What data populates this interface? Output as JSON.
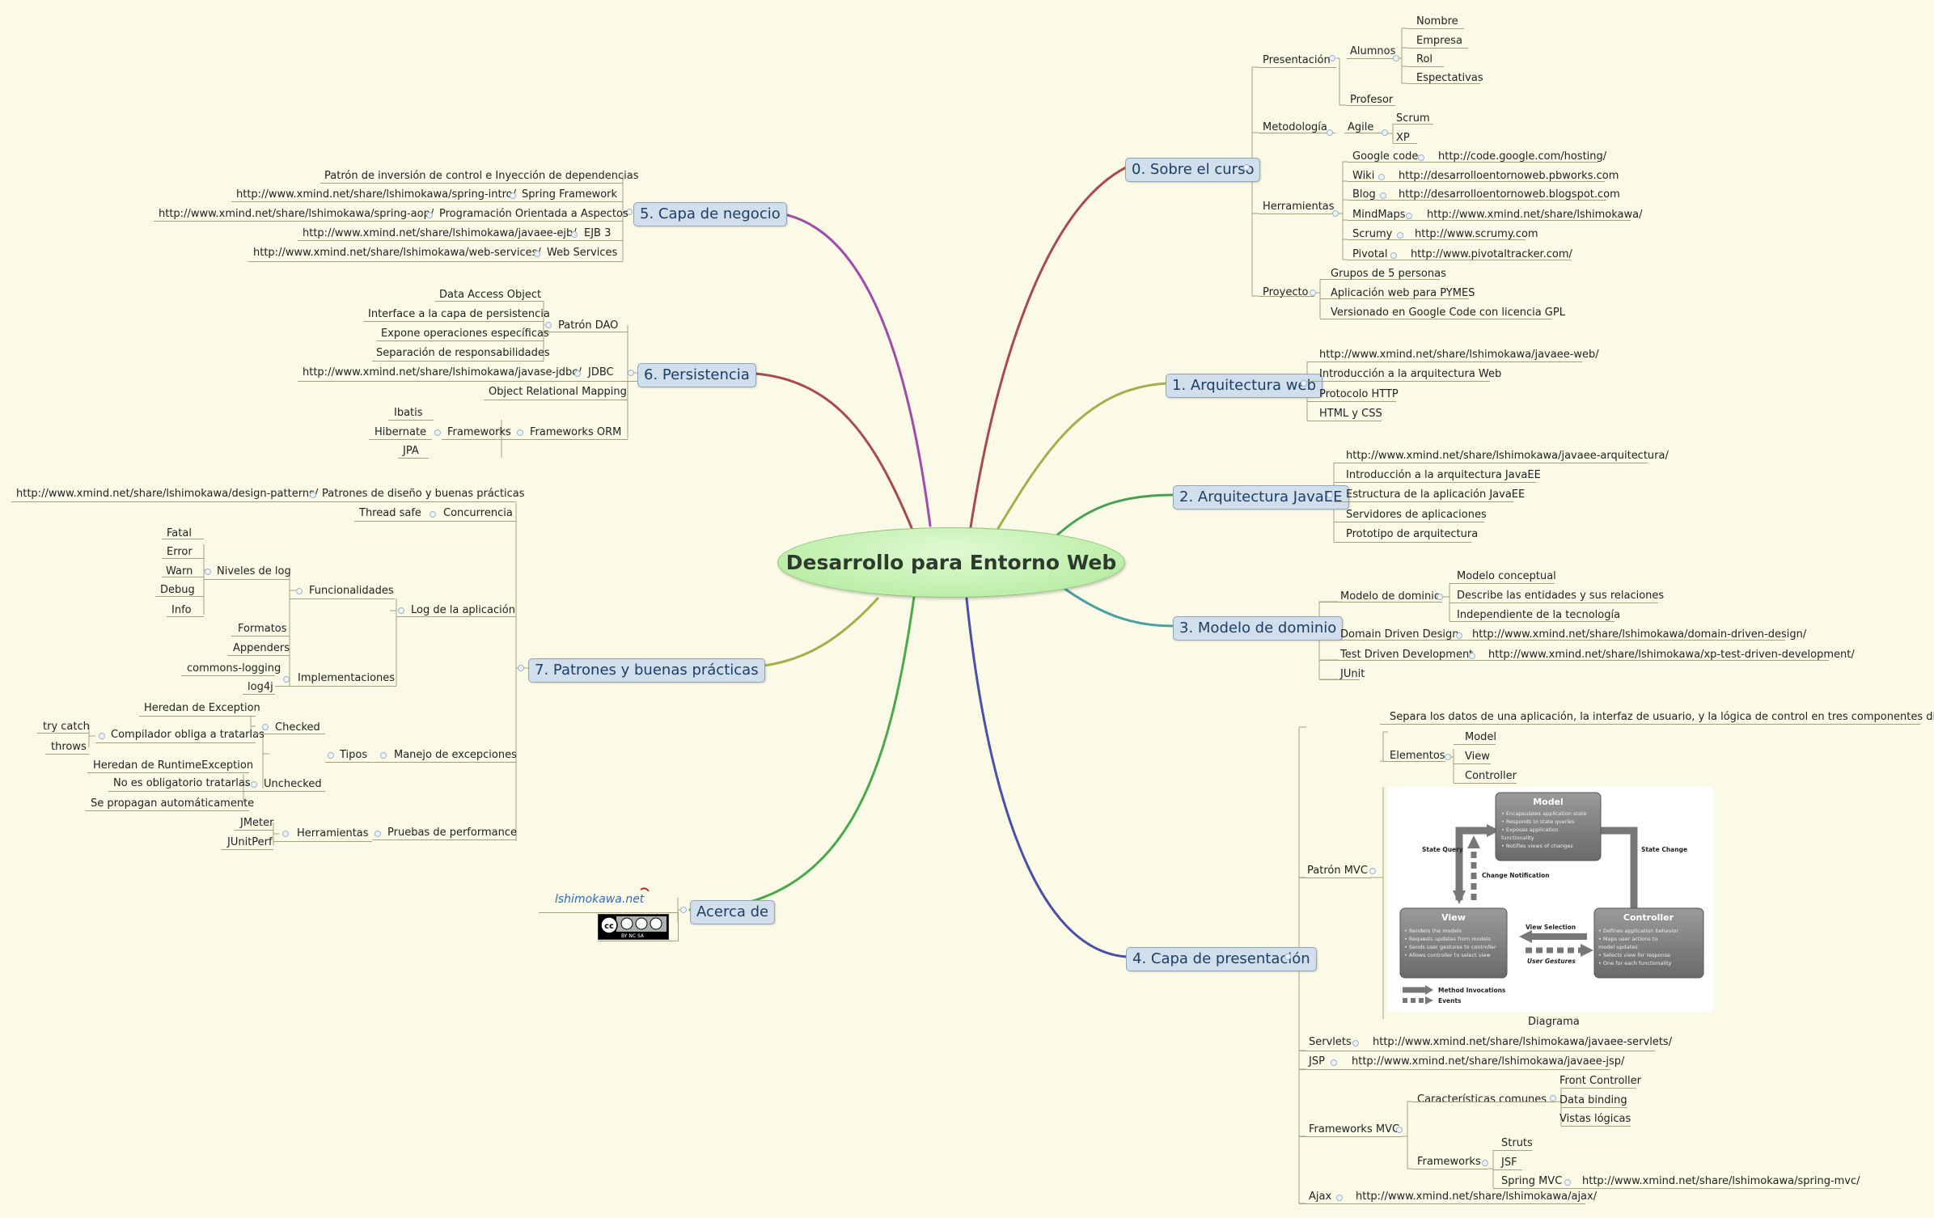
{
  "center": "Desarrollo para Entorno Web",
  "topics": {
    "t0": "0. Sobre el curso",
    "t1": "1. Arquitectura web",
    "t2": "2. Arquitectura JavaEE",
    "t3": "3. Modelo de dominio",
    "t4": "4. Capa de presentación",
    "t5": "5. Capa de negocio",
    "t6": "6. Persistencia",
    "t7": "7. Patrones y buenas prácticas",
    "t8": "Acerca de"
  },
  "sobre": {
    "presentacion": "Presentación",
    "alumnos": "Alumnos",
    "nombre": "Nombre",
    "empresa": "Empresa",
    "rol": "Rol",
    "espectativas": "Espectativas",
    "profesor": "Profesor",
    "metodologia": "Metodología",
    "agile": "Agile",
    "scrum": "Scrum",
    "xp": "XP",
    "herramientas": "Herramientas",
    "googlecode": "Google code",
    "googlecode_url": "http://code.google.com/hosting/",
    "wiki": "Wiki",
    "wiki_url": "http://desarrolloentornoweb.pbworks.com",
    "blog": "Blog",
    "blog_url": "http://desarrolloentornoweb.blogspot.com",
    "mindmaps": "MindMaps",
    "mindmaps_url": "http://www.xmind.net/share/lshimokawa/",
    "scrumy": "Scrumy",
    "scrumy_url": "http://www.scrumy.com",
    "pivotal": "Pivotal",
    "pivotal_url": "http://www.pivotaltracker.com/",
    "proyecto": "Proyecto",
    "grupos": "Grupos de 5 personas",
    "aplicacion": "Aplicación web para PYMES",
    "versionado": "Versionado en Google Code con licencia GPL"
  },
  "arqweb": {
    "url": "http://www.xmind.net/share/lshimokawa/javaee-web/",
    "intro": "Introducción a la arquitectura Web",
    "http": "Protocolo HTTP",
    "html": "HTML y CSS"
  },
  "arqjavaee": {
    "url": "http://www.xmind.net/share/lshimokawa/javaee-arquitectura/",
    "intro": "Introducción a la arquitectura JavaEE",
    "estructura": "Estructura de la aplicación JavaEE",
    "servidores": "Servidores de aplicaciones",
    "prototipo": "Prototipo de arquitectura"
  },
  "modelo": {
    "modelo": "Modelo de dominio",
    "conceptual": "Modelo conceptual",
    "describe": "Describe las entidades y sus relaciones",
    "independiente": "Independiente de la tecnología",
    "ddd": "Domain Driven Design",
    "ddd_url": "http://www.xmind.net/share/lshimokawa/domain-driven-design/",
    "tdd": "Test Driven Development",
    "tdd_url": "http://www.xmind.net/share/lshimokawa/xp-test-driven-development/",
    "junit": "JUnit"
  },
  "presentacion": {
    "separa": "Separa los datos de una aplicación, la interfaz de usuario, y la lógica de control en tres componentes distintos",
    "elementos": "Elementos",
    "model": "Model",
    "view": "View",
    "controller": "Controller",
    "patron": "Patrón MVC",
    "diagrama": "Diagrama",
    "servlets": "Servlets",
    "servlets_url": "http://www.xmind.net/share/lshimokawa/javaee-servlets/",
    "jsp": "JSP",
    "jsp_url": "http://www.xmind.net/share/lshimokawa/javaee-jsp/",
    "fwmvc": "Frameworks MVC",
    "caracteristicas": "Características comunes",
    "front": "Front Controller",
    "binding": "Data binding",
    "vistas": "Vistas lógicas",
    "frameworks": "Frameworks",
    "struts": "Struts",
    "jsf": "JSF",
    "springmvc": "Spring MVC",
    "springmvc_url": "http://www.xmind.net/share/lshimokawa/spring-mvc/",
    "ajax": "Ajax",
    "ajax_url": "http://www.xmind.net/share/lshimokawa/ajax/"
  },
  "mvc_diagram": {
    "model_title": "Model",
    "model_items": [
      "• Encapsulates application state",
      "• Responds to state queries",
      "• Exposes application",
      "  functionality",
      "• Notifies views of changes"
    ],
    "view_title": "View",
    "view_items": [
      "• Renders the models",
      "• Requests updates from models",
      "• Sends user gestures to controller",
      "• Allows controller to select view"
    ],
    "controller_title": "Controller",
    "controller_items": [
      "• Defines application behavior",
      "• Maps user actions to",
      "  model updates",
      "• Selects view for response",
      "• One for each functionality"
    ],
    "state_query": "State Query",
    "state_change": "State Change",
    "change_notification": "Change Notification",
    "view_selection": "View Selection",
    "user_gestures": "User Gestures",
    "method_invocations": "Method Invocations",
    "events": "Events"
  },
  "negocio": {
    "patron": "Patrón de inversión de control e Inyección de dependencias",
    "spring_url": "http://www.xmind.net/share/lshimokawa/spring-intro/",
    "spring": "Spring Framework",
    "aop_url": "http://www.xmind.net/share/lshimokawa/spring-aop/",
    "aop": "Programación Orientada a Aspectos",
    "ejb_url": "http://www.xmind.net/share/lshimokawa/javaee-ejb/",
    "ejb": "EJB 3",
    "ws_url": "http://www.xmind.net/share/lshimokawa/web-services/",
    "ws": "Web Services"
  },
  "persistencia": {
    "dao_desc": "Data Access Object",
    "interface": "Interface a la capa de persistencia",
    "expone": "Expone operaciones específicas",
    "separacion": "Separación de responsabilidades",
    "dao": "Patrón DAO",
    "jdbc_url": "http://www.xmind.net/share/lshimokawa/javase-jdbc/",
    "jdbc": "JDBC",
    "orm": "Object Relational Mapping",
    "ibatis": "Ibatis",
    "hibernate": "Hibernate",
    "jpa": "JPA",
    "frameworks": "Frameworks",
    "fworm": "Frameworks ORM"
  },
  "patrones": {
    "dp_url": "http://www.xmind.net/share/lshimokawa/design-patterns/",
    "dp": "Patrones de diseño y buenas prácticas",
    "threadsafe": "Thread safe",
    "concurrencia": "Concurrencia",
    "fatal": "Fatal",
    "error": "Error",
    "warn": "Warn",
    "debug": "Debug",
    "info": "Info",
    "niveles": "Niveles de log",
    "funcionalidades": "Funcionalidades",
    "formatos": "Formatos",
    "appenders": "Appenders",
    "log": "Log de la aplicación",
    "commons": "commons-logging",
    "log4j": "log4j",
    "implementaciones": "Implementaciones",
    "heredan_ex": "Heredan de Exception",
    "compilador": "Compilador obliga a tratarlas",
    "trycatch": "try catch",
    "throws": "throws",
    "checked": "Checked",
    "tipos": "Tipos",
    "manejo": "Manejo de excepciones",
    "heredan_rt": "Heredan de RuntimeException",
    "noobligatorio": "No es obligatorio tratarlas",
    "propagan": "Se propagan automáticamente",
    "unchecked": "Unchecked",
    "jmeter": "JMeter",
    "junitperf": "JUnitPerf",
    "herramientas": "Herramientas",
    "pruebas": "Pruebas de performance"
  },
  "acerca": {
    "logo": "lshimokawa.net",
    "cc": "cc",
    "cc_labels": "BY   NC   SA"
  },
  "colors": {
    "background": "#fafae6",
    "topic_fill": "#d1deeb",
    "center_fill": "#bdeeaa"
  }
}
